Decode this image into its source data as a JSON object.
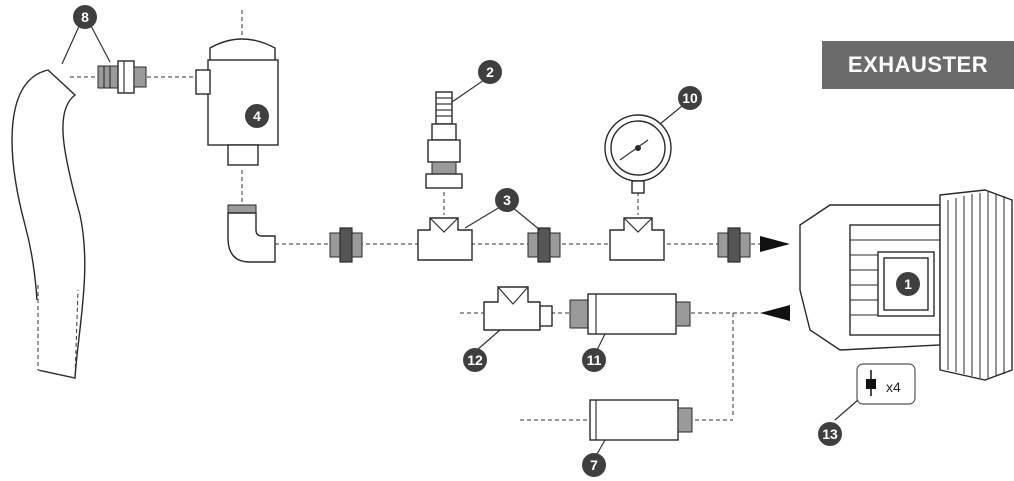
{
  "title": "EXHAUSTER",
  "callouts": [
    {
      "id": "c1",
      "label": "1"
    },
    {
      "id": "c2",
      "label": "2"
    },
    {
      "id": "c3",
      "label": "3"
    },
    {
      "id": "c4",
      "label": "4"
    },
    {
      "id": "c7",
      "label": "7"
    },
    {
      "id": "c8",
      "label": "8"
    },
    {
      "id": "c10",
      "label": "10"
    },
    {
      "id": "c11",
      "label": "11"
    },
    {
      "id": "c12",
      "label": "12"
    },
    {
      "id": "c13",
      "label": "13"
    }
  ],
  "mount_quantity": "x4",
  "colors": {
    "title_bg": "#6b6b6b",
    "callout_bg": "#3f3f3f",
    "line": "#2a2a2a"
  }
}
